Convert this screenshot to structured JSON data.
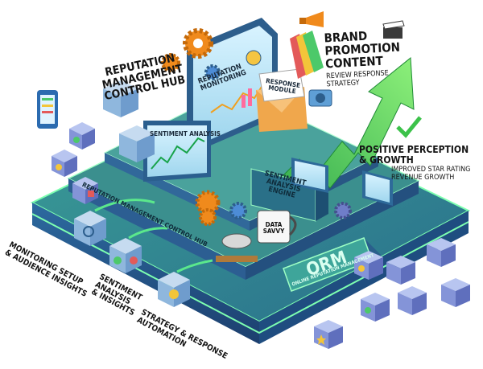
{
  "hub": {
    "title": "REPUTATION MANAGEMENT CONTROL HUB"
  },
  "brand_promotion": {
    "title_lines": [
      "BRAND",
      "PROMOTION",
      "CONTENT"
    ],
    "subtitle_lines": [
      "REVIEW RESPONSE",
      "STRATEGY"
    ]
  },
  "positive": {
    "title_lines": [
      "POSITIVE PERCEPTION",
      "& GROWTH"
    ],
    "subtitle_lines": [
      "IMPROVED STAR RATING",
      "REVENUE GROWTH"
    ]
  },
  "steps": [
    {
      "lines": [
        "MONITORING SETUP",
        "& AUDIENCE INSIGHTS"
      ]
    },
    {
      "lines": [
        "SENTIMENT",
        "ANALYSIS",
        "& INSIGHTS"
      ]
    },
    {
      "lines": [
        "STRATEGY & RESPONSE",
        "AUTOMATION"
      ]
    }
  ],
  "screens": {
    "reputation_monitoring": "REPUTATION MONITORING",
    "response_module": "RESPONSE MODULE",
    "sentiment_analysis": "SENTIMENT ANALYSIS",
    "platform_label": "REPUTATION MANAGEMENT CONTROL HUB",
    "sentiment_engine": "SENTIMENT ANALYSIS ENGINE",
    "mug": "DATA SAVVY"
  },
  "orm": {
    "title": "ORM",
    "subtitle": "ONLINE REPUTATION MANAGEMENT"
  },
  "palette": {
    "platform_top": "#2f8a86",
    "platform_side": "#24538a",
    "glow": "#7dffb0",
    "arrow": "#3cc24a",
    "cube": "#6f7dc8",
    "gear": "#f08a1c"
  }
}
